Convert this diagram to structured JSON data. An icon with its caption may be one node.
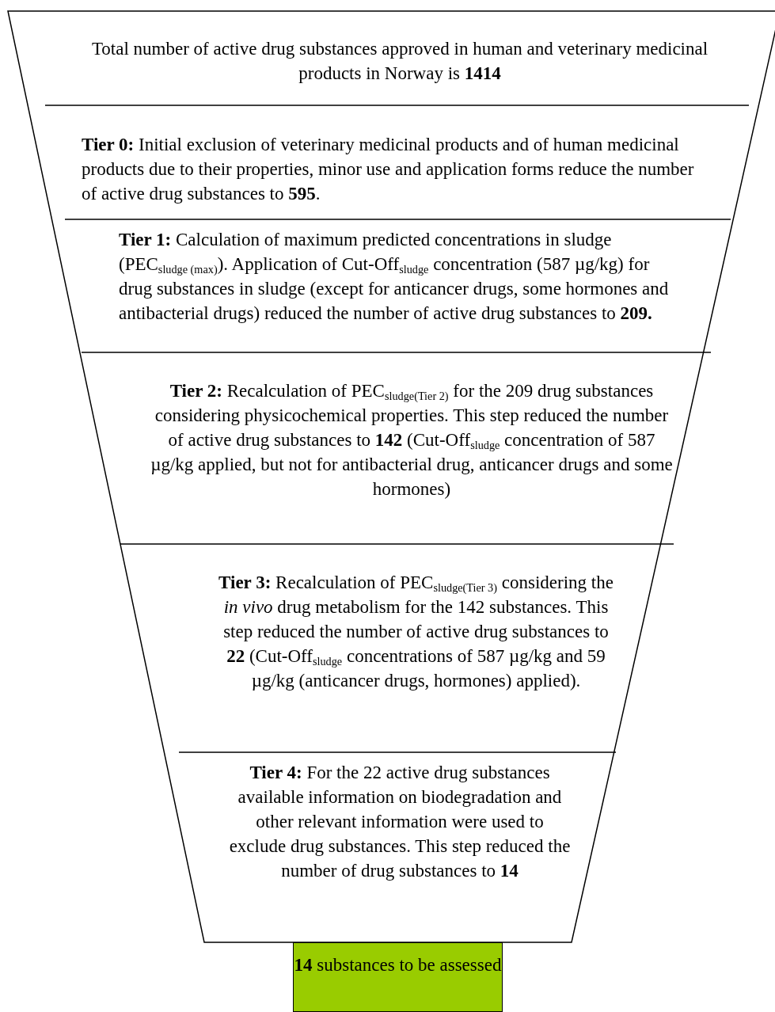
{
  "diagram": {
    "nodes": [
      {
        "text": [
          "Total number of active drug substances approved in human and veterinary medicinal products in Norway is **1414**"
        ]
      },
      {
        "text": [
          "**Tier 0:** Initial exclusion of veterinary medicinal products and of human medicinal products due to their properties, minor use and application forms reduce the number of active drug substances to **595**."
        ]
      },
      {
        "text": [
          "**Tier 1:** Calculation of maximum predicted concentrations in sludge (PEC$_{sludge (max)}$). Application of Cut-Off$_{sludge}$ concentration (587 µg/kg) for drug substances in sludge (except for anticancer drugs, some hormones and antibacterial drugs) reduced the number of active drug substances to **209.**"
        ]
      },
      {
        "text": [
          "**Tier 2:** Recalculation of PEC$_{sludge(Tier 2)}$ for the 209 drug substances considering physicochemical properties. This step reduced the number of active drug substances to **142** (Cut-Off$_{sludge}$ concentration of 587 µg/kg applied, but not for antibacterial drug, anticancer drugs and some hormones)"
        ]
      },
      {
        "text": [
          "**Tier 3:** Recalculation of PEC$_{sludge(Tier 3)}$ considering the *in vivo* drug metabolism for the 142 substances. This step reduced the number of active drug substances to **22** (Cut-Off$_{sludge}$ concentrations of 587 µg/kg and 59 µg/kg (anticancer drugs, hormones) applied)."
        ]
      },
      {
        "text": [
          "**Tier 4:** For the 22 active drug substances available information on biodegradation and other relevant information were used to exclude drug substances. This step reduced the number of drug substances to **14**"
        ]
      },
      {
        "text": [
          "**14** substances to be assessed"
        ]
      }
    ]
  }
}
